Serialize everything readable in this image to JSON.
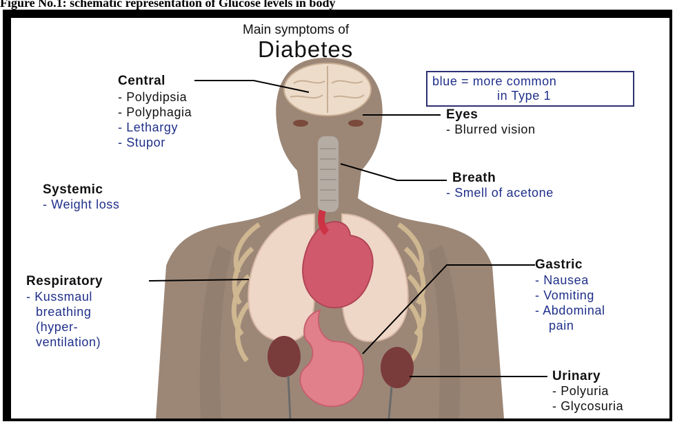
{
  "caption": "Figure No.1: schematic representation of Glucose levels in body",
  "title_line1": "Main symptoms of",
  "title_line2": "Diabetes",
  "legend": {
    "line1": "blue = more common",
    "line2": "in Type 1",
    "color": "#1f2f8a"
  },
  "colors": {
    "blue_text": "#1f2f8a",
    "body": "#9c8777",
    "lungs": "#efd7c7",
    "heart": "#d05a6b",
    "stomach": "#e17f8a",
    "kidney": "#7a3b3b"
  },
  "groups": {
    "central": {
      "heading": "Central",
      "items": [
        "- Polydipsia",
        "- Polyphagia",
        "- Lethargy",
        "- Stupor"
      ]
    },
    "eyes": {
      "heading": "Eyes",
      "items": [
        "- Blurred vision"
      ]
    },
    "breath": {
      "heading": "Breath",
      "items": [
        "- Smell of acetone"
      ]
    },
    "systemic": {
      "heading": "Systemic",
      "items": [
        "- Weight loss"
      ]
    },
    "respiratory": {
      "heading": "Respiratory",
      "items": [
        "- Kussmaul",
        "breathing",
        "(hyper-",
        "ventilation)"
      ]
    },
    "gastric": {
      "heading": "Gastric",
      "items": [
        "- Nausea",
        "- Vomiting",
        "- Abdominal",
        "pain"
      ]
    },
    "urinary": {
      "heading": "Urinary",
      "items": [
        "- Polyuria",
        "- Glycosuria"
      ]
    }
  }
}
